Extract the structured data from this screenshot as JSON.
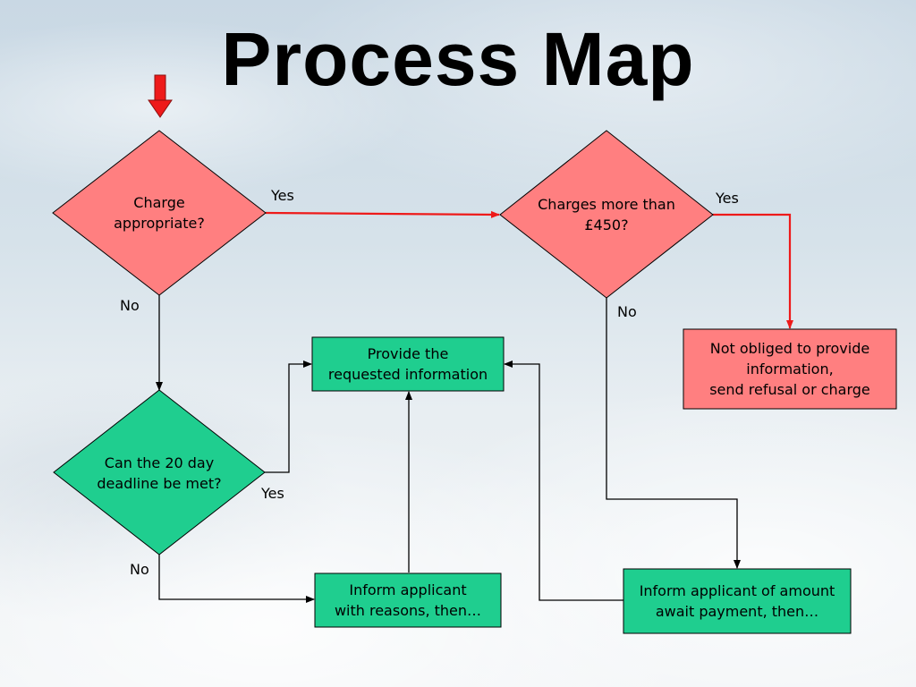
{
  "title": "Process Map",
  "colors": {
    "decision_red": "#ff7f80",
    "process_green": "#1fce8f",
    "box_red": "#ff7f80",
    "red_arrow": "#ee1a1a",
    "line": "#000000"
  },
  "nodes": {
    "charge_appropriate": "Charge\nappropriate?",
    "charges_more_than": "Charges more than\n£450?",
    "deadline": "Can the 20 day\ndeadline be met?",
    "provide_info": "Provide the\nrequested information",
    "not_obliged": "Not obliged to provide\ninformation,\nsend refusal or charge",
    "inform_reasons": "Inform applicant\nwith reasons, then…",
    "inform_amount": "Inform applicant of amount\nawait payment, then…"
  },
  "edge_labels": {
    "charge_yes": "Yes",
    "charge_no": "No",
    "more_yes": "Yes",
    "more_no": "No",
    "deadline_yes": "Yes",
    "deadline_no": "No"
  }
}
